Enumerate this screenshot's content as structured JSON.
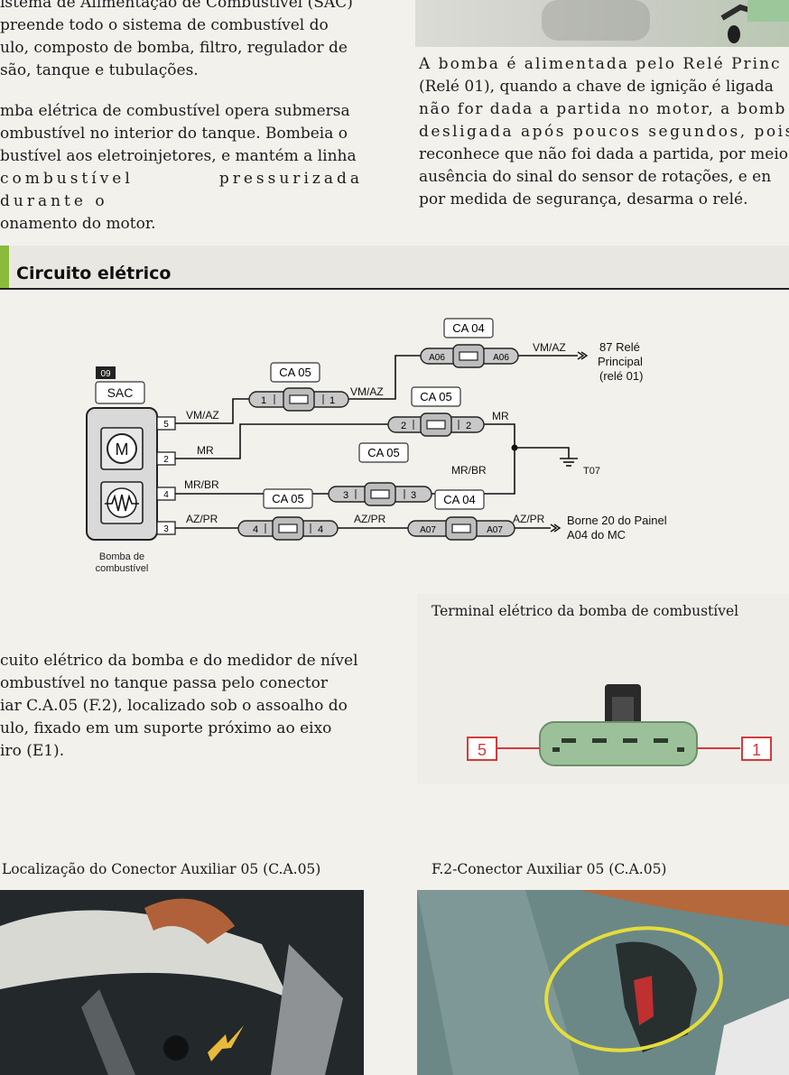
{
  "intro_left": {
    "lines": [
      "istema de Alimentação de Combustível (SAC)",
      "preende todo o sistema de combustível do",
      "ulo, composto de bomba, filtro, regulador de",
      "são, tanque e tubulações."
    ]
  },
  "pump_para": {
    "lines": [
      "mba elétrica de combustível opera submersa",
      "ombustível no interior do tanque. Bombeia o",
      "bustível aos eletroinjetores, e mantém a linha",
      "combustível pressurizada durante o",
      "onamento do motor."
    ]
  },
  "relay_para": {
    "lines": [
      "A bomba é alimentada pelo Relé Princ",
      "(Relé 01), quando a chave de ignição é ligada",
      "não for dada a partida no motor, a bomb",
      "desligada após poucos segundos, pois o",
      "reconhece que não foi dada a partida, por meio",
      "ausência do sinal do sensor de rotações, e en",
      "por medida de segurança, desarma o relé."
    ]
  },
  "section": {
    "title": "Circuito elétrico"
  },
  "circuit": {
    "module_code": "09",
    "module_name": "SAC",
    "component_label_line1": "Bomba de",
    "component_label_line2": "combustível",
    "motor_symbol": "M",
    "pins": [
      "5",
      "2",
      "4",
      "3"
    ],
    "wires": {
      "vm_az": "VM/AZ",
      "mr": "MR",
      "mr_br": "MR/BR",
      "az_pr": "AZ/PR"
    },
    "connectors": {
      "ca05": "CA 05",
      "ca04": "CA 04",
      "pin1": "1",
      "pin2": "2",
      "pin3": "3",
      "pin4": "4",
      "a06": "A06",
      "a07": "A07"
    },
    "ground_label": "T07",
    "relay_line1": "87 Relé",
    "relay_line2": "Principal",
    "relay_line3": "(relé 01)",
    "borne_line1": "Borne 20 do Painel",
    "borne_line2": "A04 do MC"
  },
  "circuit_para": {
    "lines": [
      "cuito elétrico da bomba e do medidor de nível",
      "ombustível no tanque passa pelo conector",
      "iar C.A.05 (F.2), localizado sob o assoalho do",
      "ulo, fixado em um suporte próximo ao eixo",
      "iro (E1)."
    ]
  },
  "terminal": {
    "caption": "Terminal elétrico da bomba de combustível",
    "pin_left": "5",
    "pin_right": "1"
  },
  "caption_location": "Localização do Conector Auxiliar 05 (C.A.05)",
  "caption_f2": "F.2-Conector Auxiliar 05 (C.A.05)",
  "colors": {
    "accent_green": "#8bbb3c",
    "callout_red": "#d63a3a",
    "wire_ground": "#111111"
  }
}
